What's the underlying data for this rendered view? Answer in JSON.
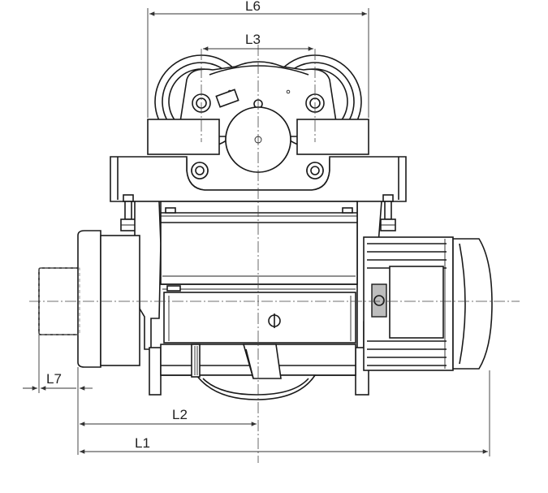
{
  "dimensions": {
    "L6": "L6",
    "L3": "L3",
    "L7": "L7",
    "L2": "L2",
    "L1": "L1"
  }
}
